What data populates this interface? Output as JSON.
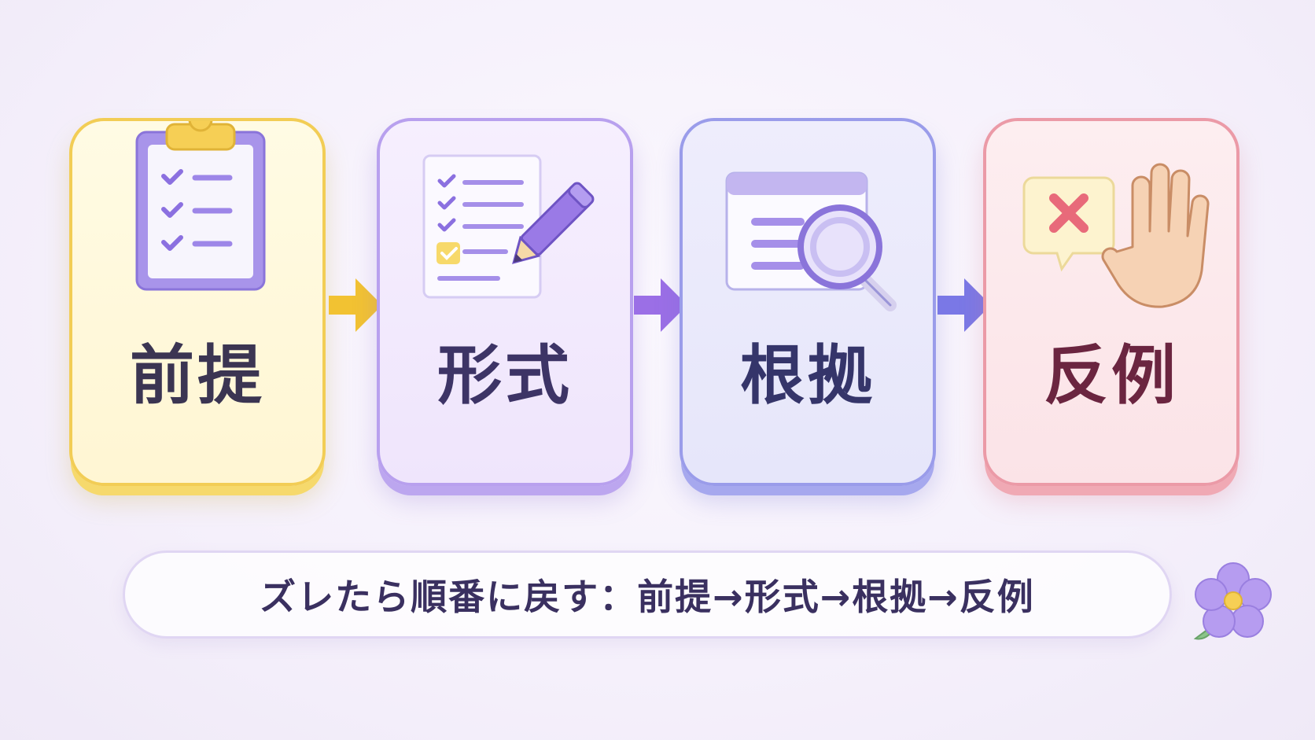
{
  "steps": [
    {
      "label": "前提",
      "icon": "clipboard-checklist-icon",
      "color": "#f2cd55"
    },
    {
      "label": "形式",
      "icon": "checklist-pencil-icon",
      "color": "#b8a0ee"
    },
    {
      "label": "根拠",
      "icon": "document-magnifier-icon",
      "color": "#9a9cea"
    },
    {
      "label": "反例",
      "icon": "cross-bubble-hand-icon",
      "color": "#eb9aa7"
    }
  ],
  "arrows": [
    {
      "icon": "arrow-right-icon",
      "color": "#f2c232"
    },
    {
      "icon": "arrow-right-icon",
      "color": "#9b6fe6"
    },
    {
      "icon": "arrow-right-icon",
      "color": "#7a78e6"
    }
  ],
  "banner": {
    "text": "ズレたら順番に戻す：前提→形式→根拠→反例"
  },
  "decoration": {
    "icon": "flower-icon",
    "color": "#b69cf0"
  }
}
